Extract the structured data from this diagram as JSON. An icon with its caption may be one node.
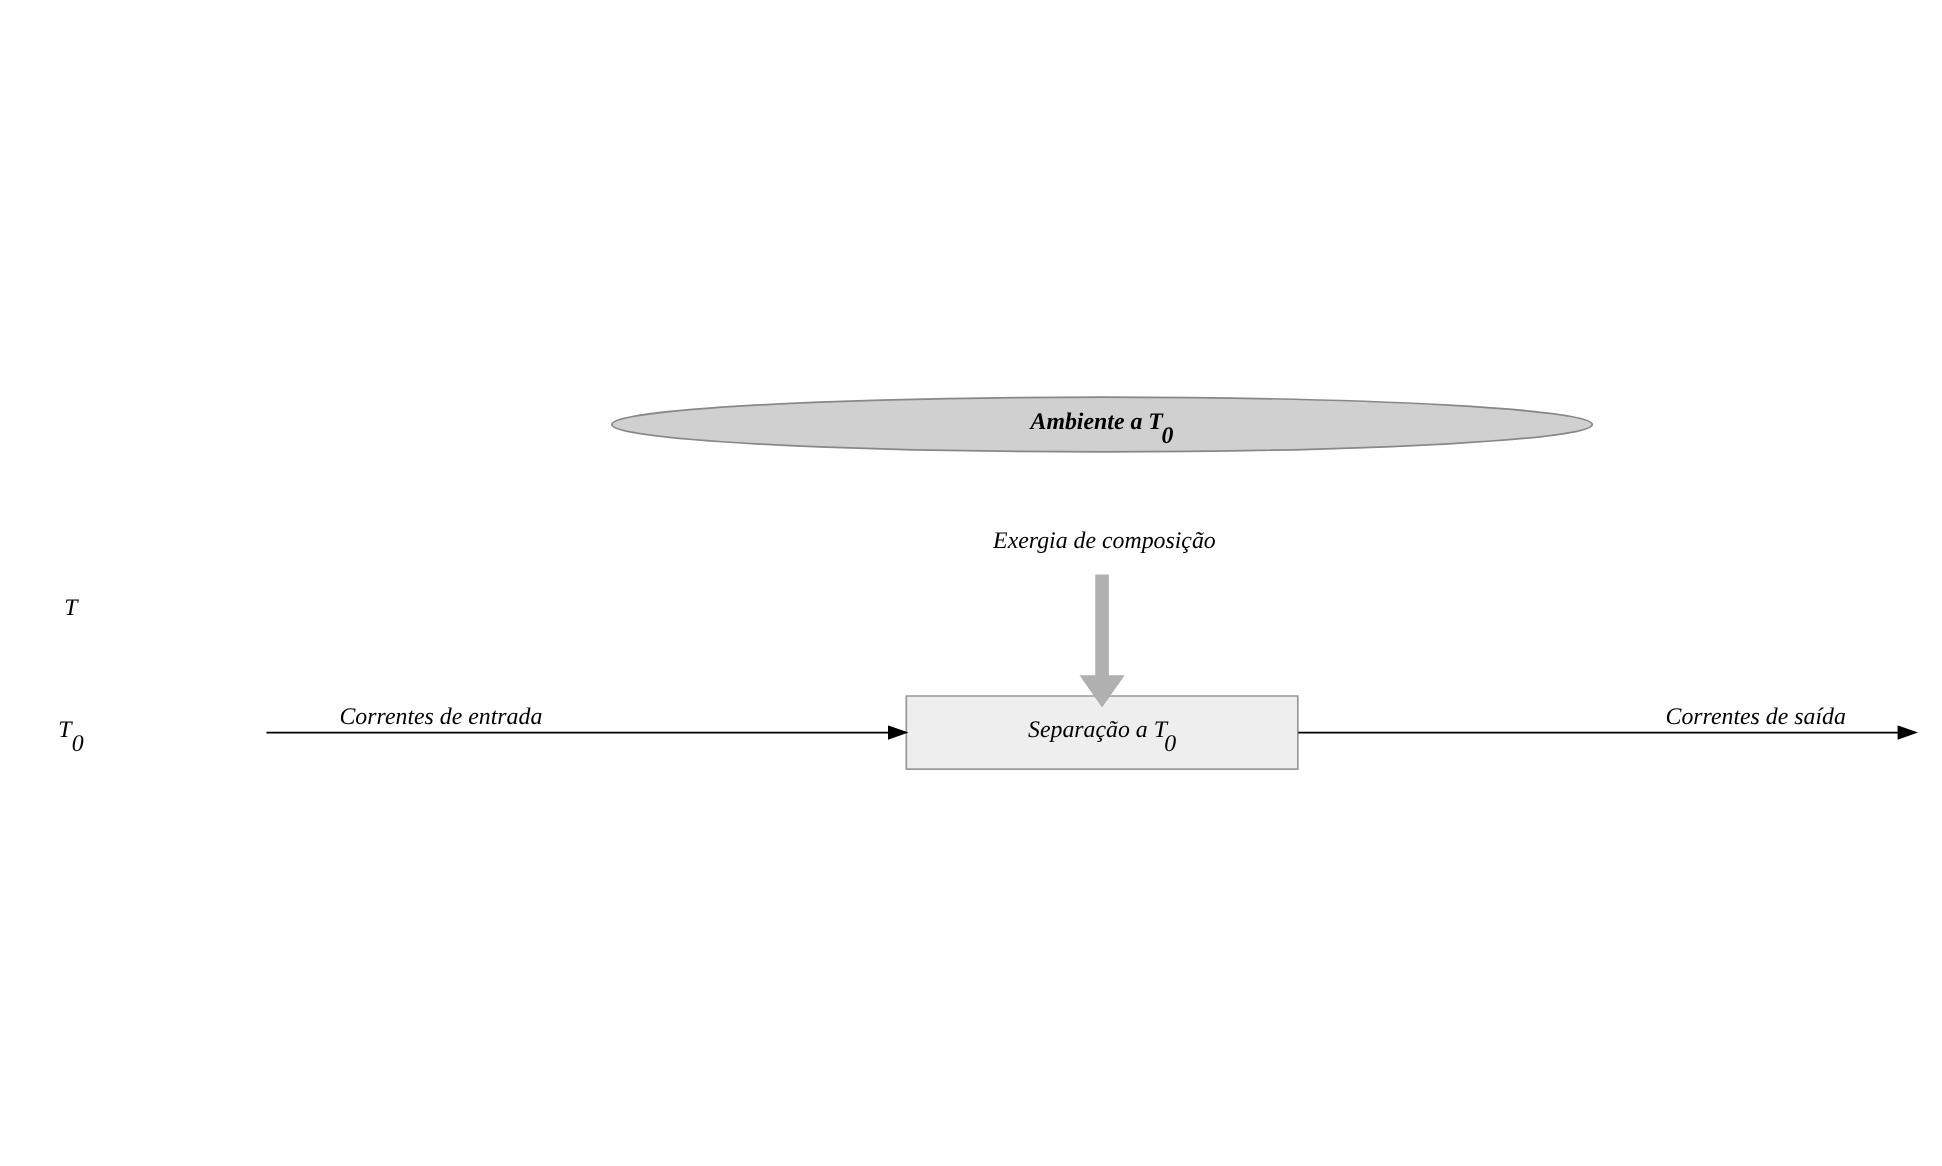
{
  "diagram": {
    "nodes": [
      {
        "text": [
          "Separação a T$_{0}$"
        ]
      },
      {
        "text": [
          "Exergia de composição"
        ]
      },
      {
        "text": [
          "Ambiente a T$_{0}$"
        ]
      }
    ],
    "edges": [
      {
        "from": null,
        "to": 0,
        "arrow": "to",
        "label": "Correntes de entrada"
      },
      {
        "from": 0,
        "to": null,
        "arrow": "to",
        "label": "Correntes de saída"
      },
      {
        "from": 1,
        "to": 0,
        "arrow": "to",
        "style": "thick",
        "color": "#b0b0b0"
      }
    ],
    "labels": [
      "T",
      "T$_{0}$"
    ]
  }
}
